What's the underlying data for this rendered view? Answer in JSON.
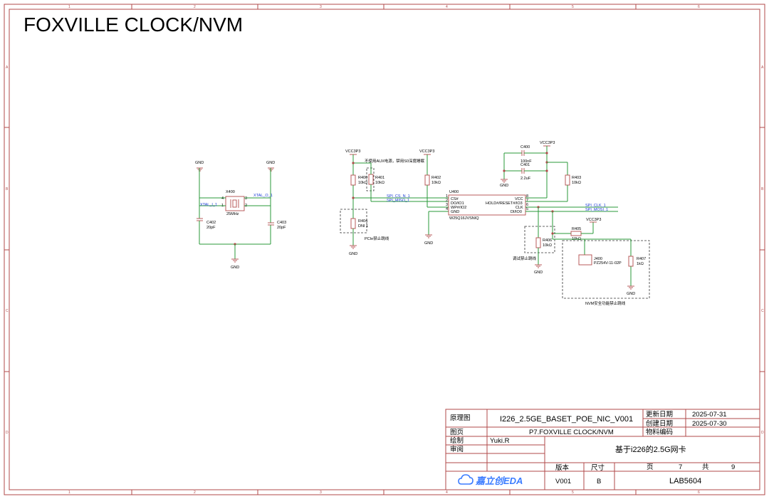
{
  "title": "FOXVILLE CLOCK/NVM",
  "ruler": {
    "cols": [
      "1",
      "2",
      "3",
      "4",
      "5",
      "6"
    ],
    "rows": [
      "A",
      "B",
      "C",
      "D"
    ]
  },
  "power_labels": {
    "gnd": "GND",
    "vcc": "VCC3P3"
  },
  "clock": {
    "crystal_ref": "X400",
    "crystal_value": "25MHz",
    "pin1": "1",
    "pin2": "2",
    "pin3": "3",
    "pin4": "4",
    "net_in": "XTAL_I_1",
    "net_out": "XTAL_O_1",
    "c402_ref": "C402",
    "c402_val": "20pF",
    "c403_ref": "C403",
    "c403_val": "20pF"
  },
  "pcie": {
    "note_aux": "不使用AUX电源，禁用S0深度睡眠",
    "r400_ref": "R400",
    "r400_val": "10kΩ",
    "r401_ref": "R401",
    "r401_val": "10kΩ",
    "r402_ref": "R402",
    "r402_val": "10kΩ",
    "r404_ref": "R404",
    "r404_val": "DNI",
    "r404_pin": "1",
    "note_pcie": "PCIe禁止跳线"
  },
  "flash": {
    "ref": "U400",
    "part": "W25Q16JVSNIQ",
    "pin_cs": "CS#",
    "pin_do": "DO/IO1",
    "pin_wp": "WP#/IO2",
    "pin_gnd": "GND",
    "pin_vcc": "VCC",
    "pin_hold": "HOLD#/RESET#/IO3",
    "pin_clk": "CLK",
    "pin_di": "DI/IO0",
    "num1": "1",
    "num2": "2",
    "num3": "3",
    "num4": "4",
    "num5": "5",
    "num6": "6",
    "num7": "7",
    "num8": "8",
    "net_cs": "SPI_CS_N_1",
    "net_miso": "SPI_MISO_1",
    "net_clk": "SPI_CLK_1",
    "net_mosi": "SPI_MOSI_1"
  },
  "decoupling": {
    "c400_ref": "C400",
    "c400_val": "100nF",
    "c401_ref": "C401",
    "c401_val": "2.2uF",
    "r403_ref": "R403",
    "r403_val": "10kΩ"
  },
  "nvm": {
    "r405_ref": "R405",
    "r405_val": "10kΩ",
    "r406_ref": "R406",
    "r406_val": "10kΩ",
    "r407_ref": "R407",
    "r407_val": "1kΩ",
    "j400_ref": "J400",
    "j400_part": "PZ254V-11-02P",
    "note_debug": "调试禁止跳线",
    "note_nvm": "NVM安全功能禁止跳线"
  },
  "title_block": {
    "schematic_label": "原理图",
    "project": "I226_2.5GE_BASET_POE_NIC_V001",
    "update_label": "更新日期",
    "update_date": "2025-07-31",
    "create_label": "创建日期",
    "create_date": "2025-07-30",
    "page_label": "图页",
    "page_name": "P7.FOXVILLE CLOCK/NVM",
    "material_label": "物料编码",
    "drawn_label": "绘制",
    "drawn_by": "Yuki.R",
    "review_label": "审阅",
    "description": "基于i226的2.5G网卡",
    "version_label": "版本",
    "size_label": "尺寸",
    "page_word": "页",
    "page_num": "7",
    "total_word": "共",
    "page_total": "9",
    "logo": "嘉立创EDA",
    "version": "V001",
    "size": "B",
    "doc_no": "LAB5604"
  }
}
